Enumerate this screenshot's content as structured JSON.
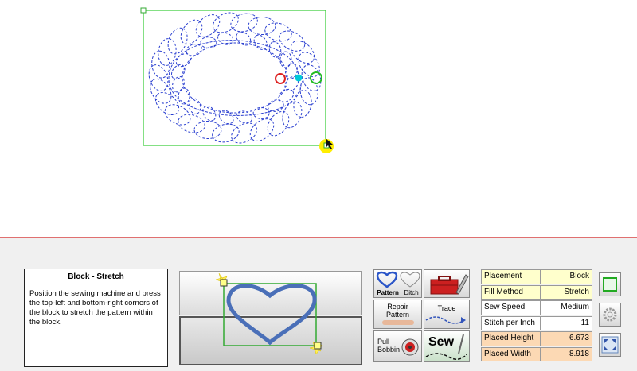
{
  "instructions": {
    "title": "Block - Stretch",
    "body": "Position the sewing machine and press the top-left and bottom-right corners of the block to stretch the pattern within the block."
  },
  "tools": {
    "pattern_label": "Pattern",
    "ditch_label": "Ditch",
    "repair_label_1": "Repair",
    "repair_label_2": "Pattern",
    "trace_label": "Trace",
    "pull_label_1": "Pull",
    "pull_label_2": "Bobbin",
    "sew_label": "Sew"
  },
  "settings": [
    {
      "label": "Placement",
      "value": "Block"
    },
    {
      "label": "Fill Method",
      "value": "Stretch"
    },
    {
      "label": "Sew Speed",
      "value": "Medium"
    },
    {
      "label": "Stitch per Inch",
      "value": "11"
    },
    {
      "label": "Placed Height",
      "value": "6.673"
    },
    {
      "label": "Placed Width",
      "value": "8.918"
    }
  ],
  "colors": {
    "pattern_stroke": "#2a3fd0",
    "block_border": "#33cc33",
    "heart": "#4a6fb8",
    "start_marker": "#dd2222",
    "end_marker": "#22bb22",
    "cursor_highlight": "#ffee00"
  },
  "icons": {
    "toolbox": "toolbox-icon",
    "block_side": "block-icon",
    "gear_side": "gear-icon",
    "stretch_side": "stretch-icon"
  }
}
